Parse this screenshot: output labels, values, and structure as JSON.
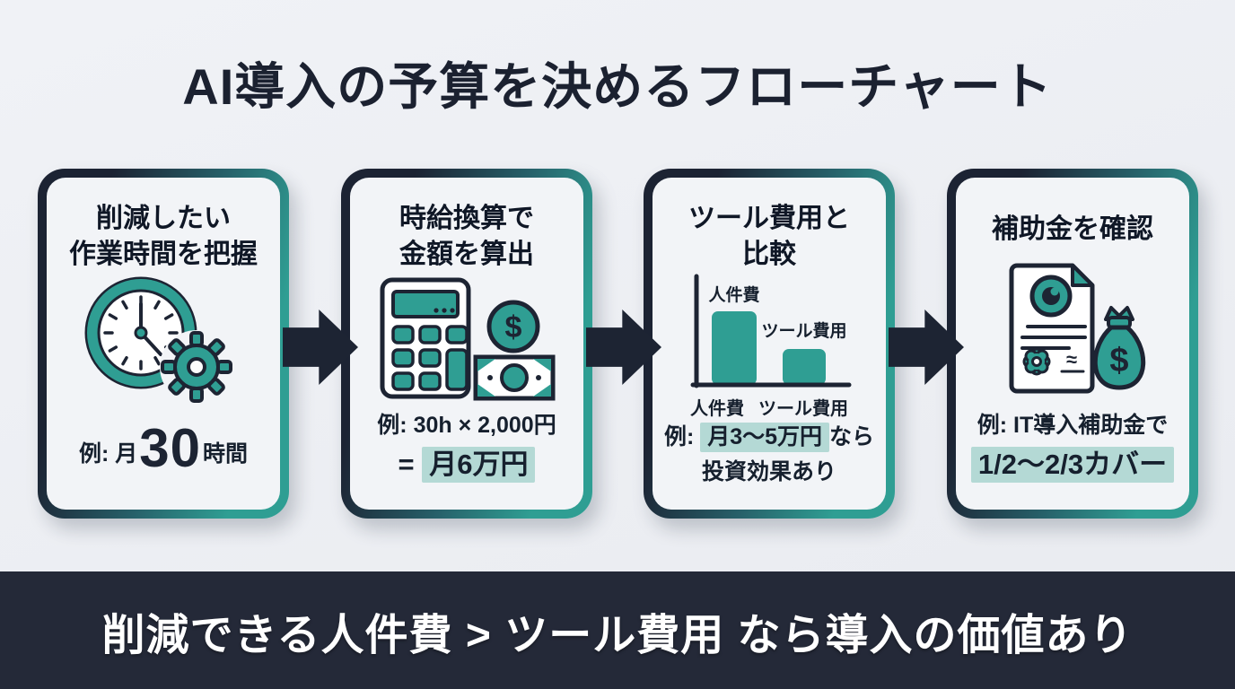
{
  "page": {
    "title": "AI導入の予算を決めるフローチャート"
  },
  "colors": {
    "navy": "#1d2433",
    "teal": "#2f9e93",
    "highlight": "#b4d9d5",
    "background": "#edeff3",
    "card_bg": "#f2f4f7",
    "footer_bg": "#242938"
  },
  "steps": [
    {
      "icon": "clock-gear-icon",
      "title_line1": "削減したい",
      "title_line2": "作業時間を把握",
      "example_prefix": "例: 月",
      "example_value": "30",
      "example_suffix": "時間"
    },
    {
      "icon": "calculator-money-icon",
      "title_line1": "時給換算で",
      "title_line2": "金額を算出",
      "example_line1": "例: 30h × 2,000円",
      "example_line2_prefix": "= ",
      "example_line2_highlight": "月6万円"
    },
    {
      "icon": "bar-chart-icon",
      "title_line1": "ツール費用と",
      "title_line2": "比較",
      "chart": {
        "type": "bar",
        "series": [
          {
            "name": "人件費",
            "relative_value": 2
          },
          {
            "name": "ツール費用",
            "relative_value": 1
          }
        ],
        "bar1_label": "人件費",
        "bar2_label": "ツール費用",
        "axis_labels": [
          "人件費",
          "ツール費用"
        ]
      },
      "example_line1_prefix": "例: ",
      "example_line1_highlight": "月3〜5万円",
      "example_line1_suffix": "なら",
      "example_line2": "投資効果あり"
    },
    {
      "icon": "subsidy-document-money-bag-icon",
      "title_line1": "補助金を確認",
      "example_line1": "例: IT導入補助金で",
      "example_line2_highlight": "1/2〜2/3カバー"
    }
  ],
  "footer": {
    "text": "削減できる人件費 > ツール費用 なら導入の価値あり"
  }
}
